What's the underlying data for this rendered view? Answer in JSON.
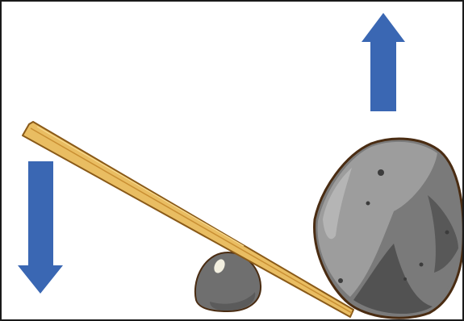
{
  "diagram": {
    "colors": {
      "frame": "#1a1a1a",
      "arrow": "#3a67b3",
      "lever_fill": "#e9bd62",
      "lever_outline": "#8a5a18",
      "lever_grain": "#c98f33",
      "rock_light": "#9d9d9d",
      "rock_mid": "#7a7a7a",
      "rock_dark": "#525252",
      "rock_outline": "#4a2c12",
      "fulcrum_fill": "#6f6f6f",
      "fulcrum_highlight": "#f2efe0"
    },
    "elements": {
      "arrow_left": {
        "direction": "down",
        "icon": "arrow-down-icon"
      },
      "arrow_right": {
        "direction": "up",
        "icon": "arrow-up-icon"
      },
      "lever": {
        "icon": "wooden-plank"
      },
      "fulcrum": {
        "icon": "small-stone"
      },
      "load": {
        "icon": "boulder"
      }
    }
  }
}
